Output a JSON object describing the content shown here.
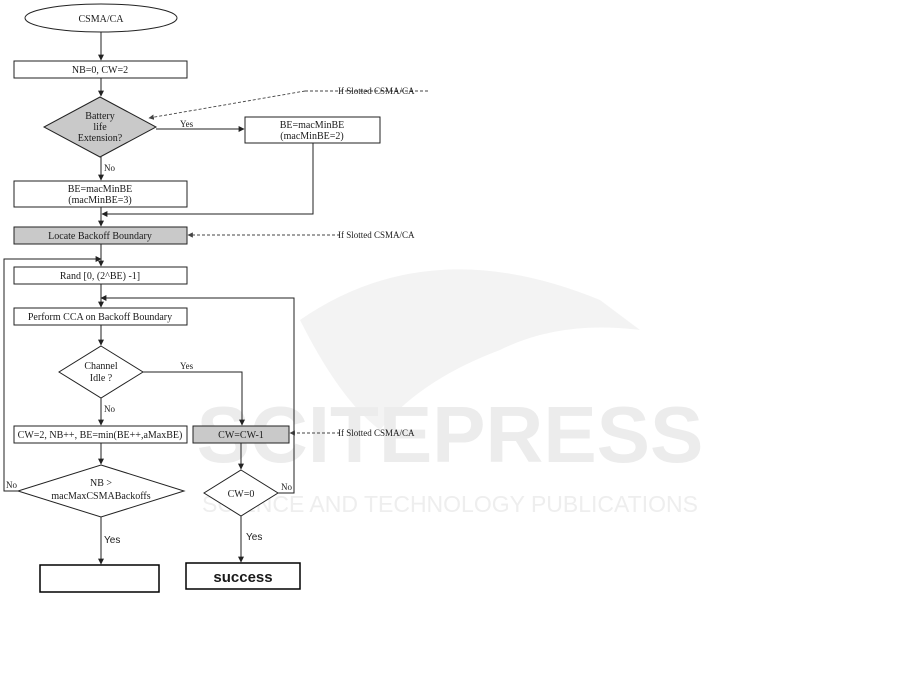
{
  "watermark": {
    "main": "SCITEPRESS",
    "sub": "SCIENCE AND TECHNOLOGY PUBLICATIONS"
  },
  "nodes": {
    "start": "CSMA/CA",
    "init": "NB=0, CW=2",
    "battery_1": "Battery",
    "battery_2": "life",
    "battery_3": "Extension?",
    "be_min2_1": "BE=macMinBE",
    "be_min2_2": "(macMinBE=2)",
    "be_min3_1": "BE=macMinBE",
    "be_min3_2": "(macMinBE=3)",
    "locate": "Locate Backoff Boundary",
    "rand": "Rand [0, (2^BE) -1]",
    "cca": "Perform CCA on Backoff Boundary",
    "channel_1": "Channel",
    "channel_2": "Idle ?",
    "nb_inc": "CW=2, NB++, BE=min(BE++,aMaxBE)",
    "cw_dec": "CW=CW-1",
    "nb_check_1": "NB >",
    "nb_check_2": "macMaxCSMABackoffs",
    "cw_check": "CW=0",
    "failure": "",
    "success": "success"
  },
  "labels": {
    "yes": "Yes",
    "no": "No",
    "slotted": "If Slotted CSMA/CA"
  }
}
